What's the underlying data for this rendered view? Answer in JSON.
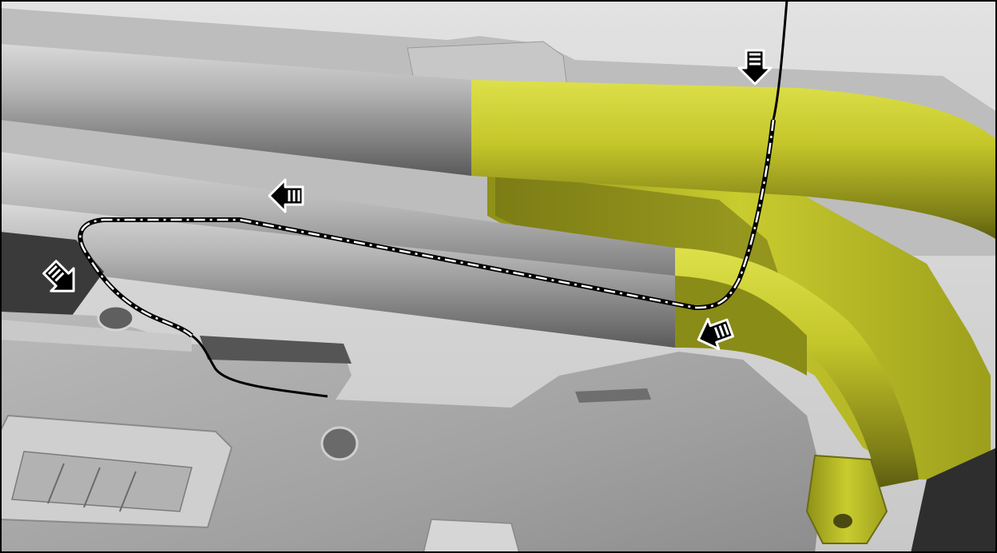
{
  "diagram": {
    "subject": "routing-path-over-tube-assembly",
    "highlight_color": "#c9cc2e",
    "body_color": "#a6a6a6",
    "route_line_color": "#000000",
    "route_dash_color": "#ffffff",
    "arrows": [
      {
        "name": "direction-arrow-top",
        "direction": "down"
      },
      {
        "name": "direction-arrow-upper-left",
        "direction": "left"
      },
      {
        "name": "direction-arrow-left",
        "direction": "down-right"
      },
      {
        "name": "direction-arrow-lower",
        "direction": "down-left"
      }
    ]
  }
}
